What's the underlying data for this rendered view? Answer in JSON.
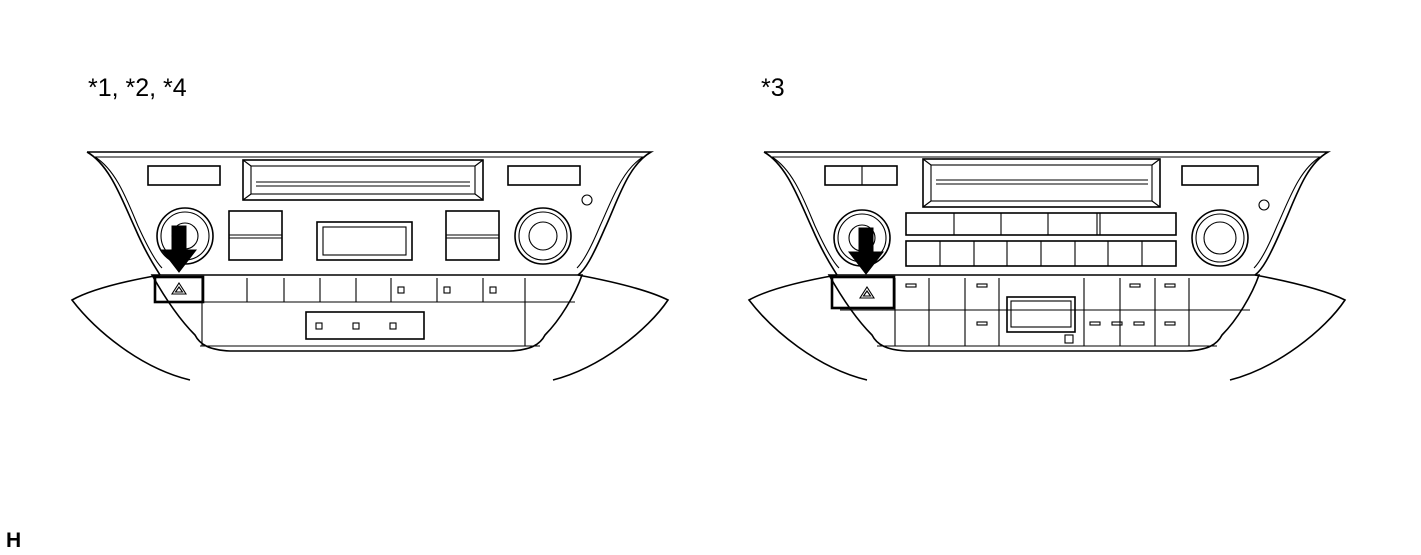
{
  "diagram": {
    "variants": [
      {
        "id": "left",
        "label": "*1, *2, *4"
      },
      {
        "id": "right",
        "label": "*3"
      }
    ],
    "corner_code": "H",
    "callout": {
      "icon": "hazard-switch-icon",
      "pointer": "arrow-down"
    },
    "colors": {
      "line": "#000000",
      "background": "#ffffff"
    }
  }
}
